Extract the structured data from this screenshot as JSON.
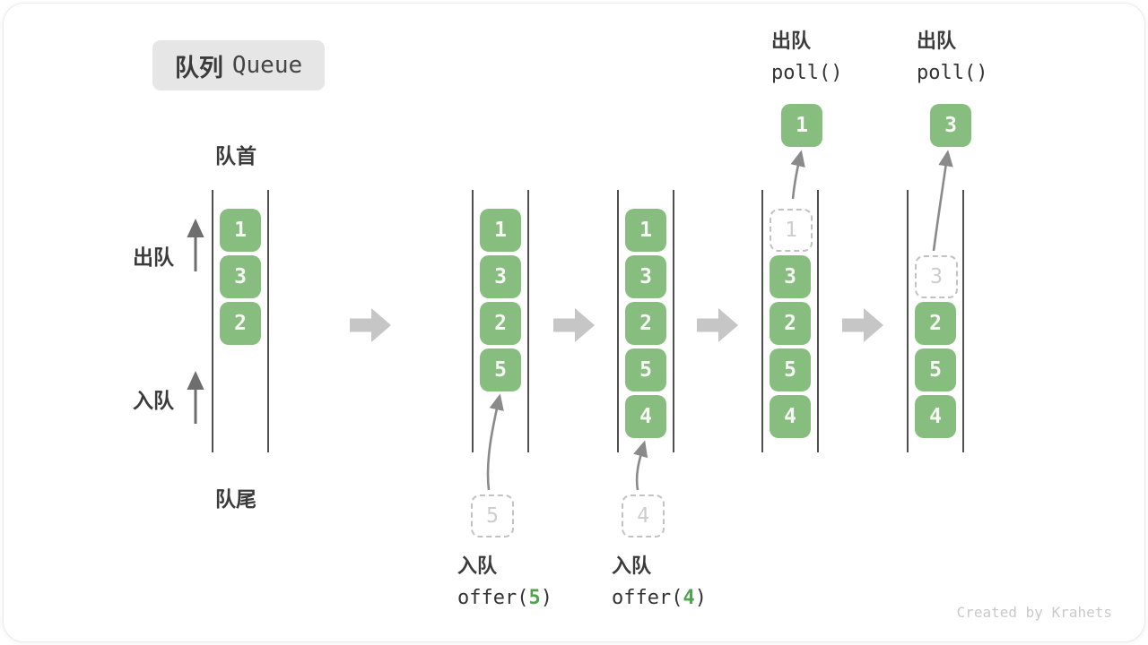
{
  "title": {
    "zh": "队列",
    "en": "Queue"
  },
  "side_labels": {
    "front": "队首",
    "rear": "队尾",
    "dequeue": "出队",
    "enqueue": "入队"
  },
  "watermark": "Created by Krahets",
  "colors": {
    "box_green": "#88BD80",
    "box_text": "#F7F7F5",
    "arg_green": "#4FA44F",
    "badge_bg": "#E6E6E6",
    "text_dark": "#3B3B3B",
    "column_line": "#4F4F4F",
    "dashed_border": "#C2C2C2",
    "dashed_text": "#CDCDCD",
    "thin_arrow": "#8A8A8A",
    "block_arrow": "#C6C6C6",
    "watermark": "#C9C9C9"
  },
  "states": [
    {
      "boxes": [
        {
          "slot": 0,
          "v": "1",
          "style": "solid"
        },
        {
          "slot": 1,
          "v": "3",
          "style": "solid"
        },
        {
          "slot": 2,
          "v": "2",
          "style": "solid"
        }
      ]
    },
    {
      "boxes": [
        {
          "slot": 0,
          "v": "1",
          "style": "solid"
        },
        {
          "slot": 1,
          "v": "3",
          "style": "solid"
        },
        {
          "slot": 2,
          "v": "2",
          "style": "solid"
        },
        {
          "slot": 3,
          "v": "5",
          "style": "solid"
        }
      ],
      "pending": {
        "v": "5"
      },
      "op": {
        "label": "入队",
        "call_pre": "offer(",
        "arg": "5",
        "call_post": ")"
      }
    },
    {
      "boxes": [
        {
          "slot": 0,
          "v": "1",
          "style": "solid"
        },
        {
          "slot": 1,
          "v": "3",
          "style": "solid"
        },
        {
          "slot": 2,
          "v": "2",
          "style": "solid"
        },
        {
          "slot": 3,
          "v": "5",
          "style": "solid"
        },
        {
          "slot": 4,
          "v": "4",
          "style": "solid"
        }
      ],
      "pending": {
        "v": "4"
      },
      "op": {
        "label": "入队",
        "call_pre": "offer(",
        "arg": "4",
        "call_post": ")"
      }
    },
    {
      "boxes": [
        {
          "slot": 0,
          "v": "1",
          "style": "dashed"
        },
        {
          "slot": 1,
          "v": "3",
          "style": "solid"
        },
        {
          "slot": 2,
          "v": "2",
          "style": "solid"
        },
        {
          "slot": 3,
          "v": "5",
          "style": "solid"
        },
        {
          "slot": 4,
          "v": "4",
          "style": "solid"
        }
      ],
      "out": {
        "v": "1"
      },
      "op": {
        "label": "出队",
        "call": "poll()"
      }
    },
    {
      "boxes": [
        {
          "slot": 1,
          "v": "3",
          "style": "dashed"
        },
        {
          "slot": 2,
          "v": "2",
          "style": "solid"
        },
        {
          "slot": 3,
          "v": "5",
          "style": "solid"
        },
        {
          "slot": 4,
          "v": "4",
          "style": "solid"
        }
      ],
      "out": {
        "v": "3"
      },
      "op": {
        "label": "出队",
        "call": "poll()"
      }
    }
  ]
}
